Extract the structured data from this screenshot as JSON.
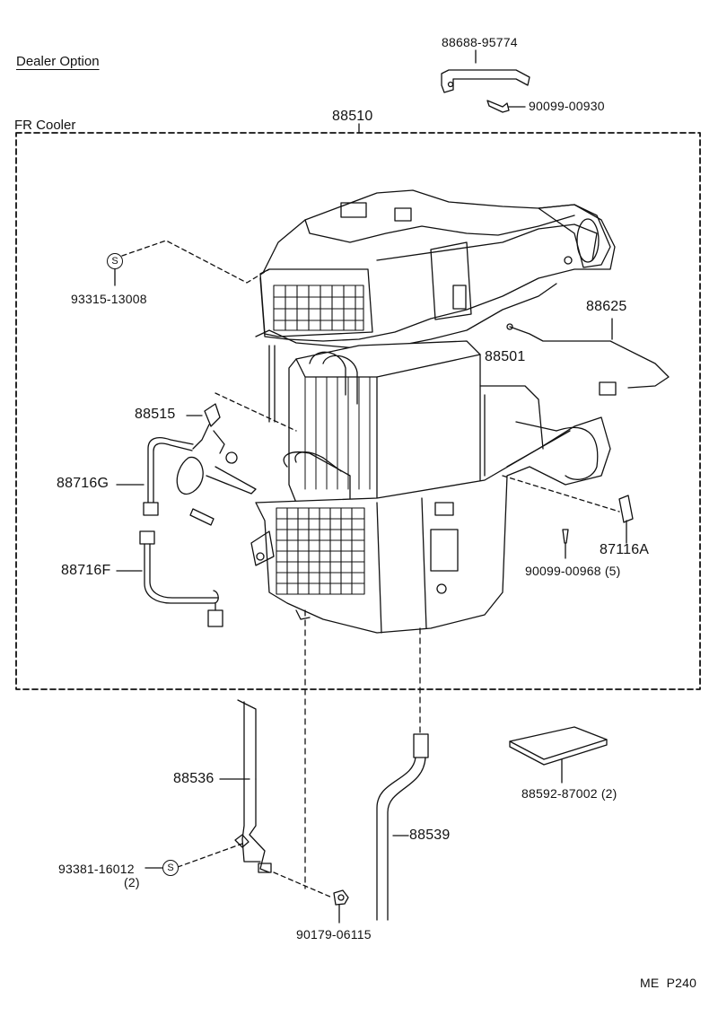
{
  "header": {
    "section_title": "Dealer Option",
    "group_title": "FR Cooler"
  },
  "parts": {
    "p88510": "88510",
    "p88688": "88688-95774",
    "p90099_930": "90099-00930",
    "p93315": "93315-13008",
    "p88625": "88625",
    "p88501": "88501",
    "p88515": "88515",
    "p88716G": "88716G",
    "p88716F": "88716F",
    "p87116A": "87116A",
    "p90099_968": "90099-00968 (5)",
    "p88536": "88536",
    "p88539": "88539",
    "p88592": "88592-87002 (2)",
    "p93381": "93381-16012",
    "p93381_qty": "(2)",
    "p90179": "90179-06115"
  },
  "badges": {
    "s": "S"
  },
  "footer": {
    "page_code": "ME  P240"
  }
}
